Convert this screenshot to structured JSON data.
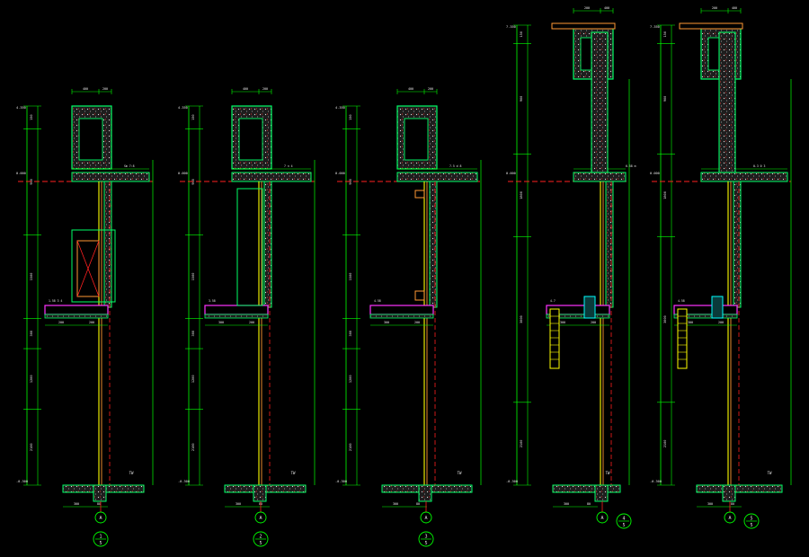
{
  "colors": {
    "background": "#000000",
    "wall_outline": "#00ff66",
    "dimension": "#00ff00",
    "concrete_fill": "#1e1e1e",
    "hatch_dot": "#e0e0e0",
    "hatch_cross": "#ff3030",
    "axis_line": "#ff2020",
    "glass_yellow": "#ffff00",
    "frame_orange": "#ff9933",
    "panel_magenta": "#ff33ff",
    "frame_cyan": "#00ffff",
    "text": "#e8e8e8"
  },
  "sections": [
    {
      "id": "1",
      "axis_label": "A",
      "bubble_top": "1",
      "bubble_bottom": "5",
      "level_top": "4.350",
      "level_floor": "0.000",
      "level_bottom": "-0.300",
      "room_label": "TW",
      "dims_top": [
        "400",
        "200"
      ],
      "dims_bottom": [
        "200",
        "200"
      ],
      "dims_base": [
        "300",
        "80"
      ],
      "dim_vertical": [
        "150",
        "900",
        "1500",
        "300",
        "1200",
        "2100"
      ],
      "notes": [
        "Sm 7:8",
        "1.58 3 4"
      ]
    },
    {
      "id": "2",
      "axis_label": "A",
      "bubble_top": "2",
      "bubble_bottom": "5",
      "level_top": "4.350",
      "level_floor": "0.000",
      "level_bottom": "-0.300",
      "room_label": "TW",
      "dims_top": [
        "400",
        "200"
      ],
      "dims_bottom": [
        "300",
        "200"
      ],
      "dims_base": [
        "300",
        "80"
      ],
      "dim_vertical": [
        "150",
        "900",
        "1500",
        "300",
        "1200",
        "2100"
      ],
      "notes": [
        "7 n 4",
        "3.58"
      ]
    },
    {
      "id": "3",
      "axis_label": "A",
      "bubble_top": "3",
      "bubble_bottom": "5",
      "level_top": "4.350",
      "level_floor": "0.000",
      "level_bottom": "-0.300",
      "room_label": "TW",
      "dims_top": [
        "400",
        "200"
      ],
      "dims_bottom": [
        "300",
        "200"
      ],
      "dims_base": [
        "300",
        "80"
      ],
      "dim_vertical": [
        "150",
        "900",
        "1500",
        "300",
        "1200",
        "2100"
      ],
      "notes": [
        "7.5 d 8",
        "4.58"
      ]
    },
    {
      "id": "4",
      "axis_label": "A",
      "bubble_top": "4",
      "bubble_bottom": "5",
      "level_top": "7.350",
      "level_floor": "0.000",
      "level_bottom": "-0.300",
      "room_label": "TW",
      "dims_top": [
        "200",
        "400"
      ],
      "dims_bottom": [
        "300",
        "200"
      ],
      "dims_base": [
        "300",
        "80"
      ],
      "dim_vertical": [
        "150",
        "900",
        "1800",
        "3000",
        "2100"
      ],
      "notes": [
        "6.58 m",
        "4.7"
      ]
    },
    {
      "id": "5",
      "axis_label": "A",
      "bubble_top": "5",
      "bubble_bottom": "5",
      "level_top": "7.350",
      "level_floor": "0.000",
      "level_bottom": "-0.300",
      "room_label": "TW",
      "dims_top": [
        "200",
        "400"
      ],
      "dims_bottom": [
        "300",
        "200"
      ],
      "dims_base": [
        "300",
        "80"
      ],
      "dim_vertical": [
        "150",
        "900",
        "1800",
        "3000",
        "2100"
      ],
      "notes": [
        "0.3 0 3",
        "4.58"
      ]
    }
  ]
}
